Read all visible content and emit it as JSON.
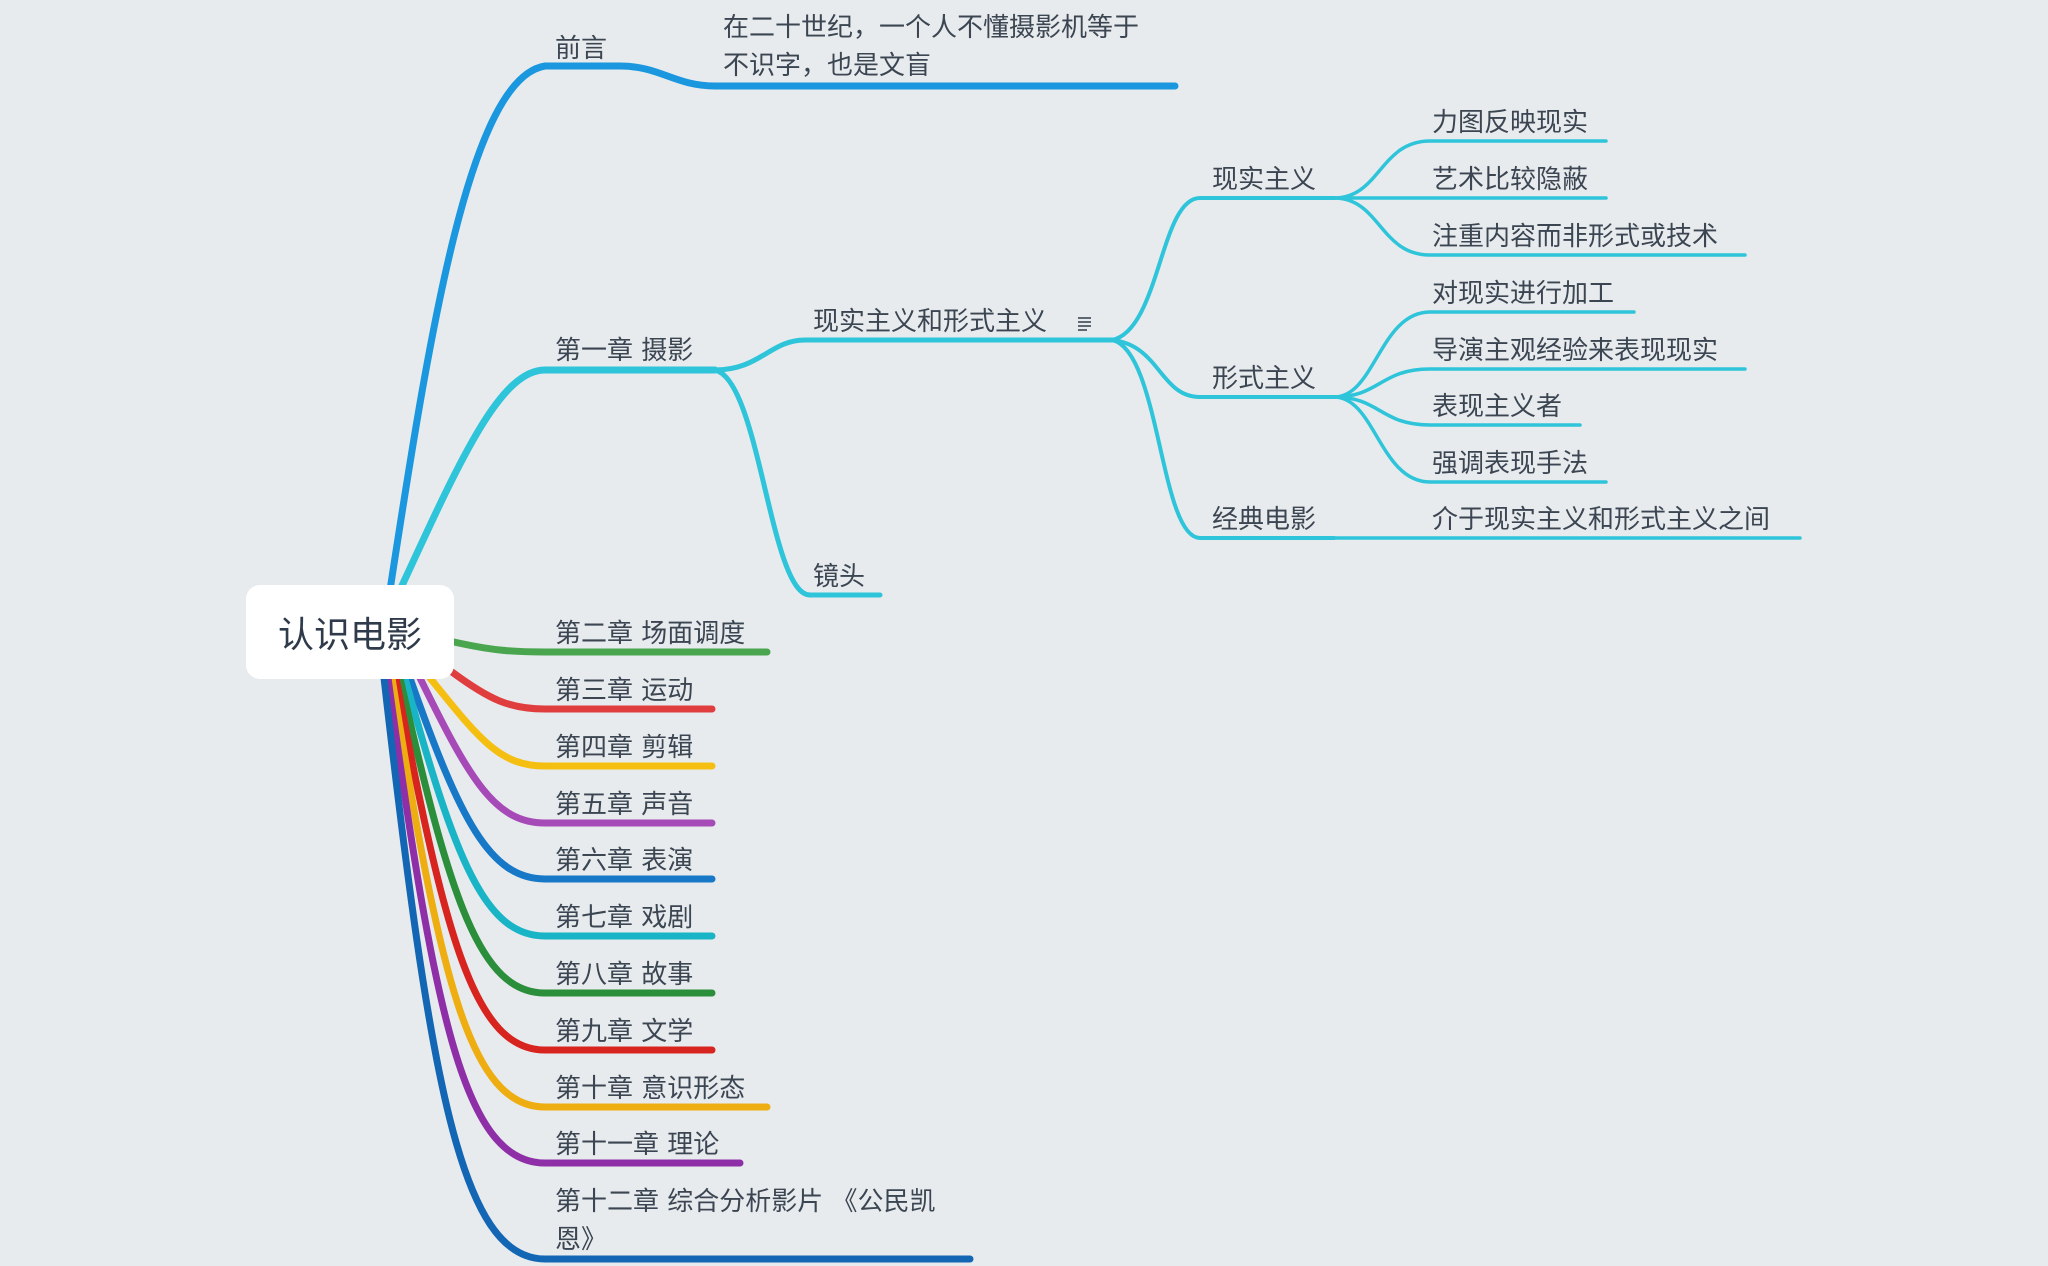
{
  "root": {
    "label": "认识电影"
  },
  "colors": {
    "background": "#e8ebee",
    "preface": "#1a97de",
    "chapter1": "#2ec4d9",
    "chapter2": "#4aa54f",
    "chapter3": "#e03e3e",
    "chapter4": "#f5bf12",
    "chapter5": "#a64ab8",
    "chapter6": "#1678c6",
    "chapter7": "#19b5c6",
    "chapter8": "#2b8e3a",
    "chapter9": "#d8241f",
    "chapter10": "#eeae12",
    "chapter11": "#8f2fa8",
    "chapter12": "#1266b3"
  },
  "preface": {
    "label": "前言",
    "note_line1": "在二十世纪，一个人不懂摄影机等于",
    "note_line2": "不识字，也是文盲"
  },
  "chapter1": {
    "label": "第一章  摄影",
    "topic": {
      "label": "现实主义和形式主义",
      "note_icon": "note-icon",
      "realism": {
        "label": "现实主义",
        "items": [
          "力图反映现实",
          "艺术比较隐蔽",
          "注重内容而非形式或技术"
        ]
      },
      "formalism": {
        "label": "形式主义",
        "items": [
          "对现实进行加工",
          "导演主观经验来表现现实",
          "表现主义者",
          "强调表现手法"
        ]
      },
      "classical": {
        "label": "经典电影",
        "items": [
          "介于现实主义和形式主义之间"
        ]
      }
    },
    "shot": {
      "label": "镜头"
    }
  },
  "chapters": [
    "第二章  场面调度",
    "第三章  运动",
    "第四章  剪辑",
    "第五章  声音",
    "第六章  表演",
    "第七章  戏剧",
    "第八章  故事",
    "第九章  文学",
    "第十章  意识形态",
    "第十一章  理论"
  ],
  "chapter12": {
    "label_line1": "第十二章  综合分析影片 《公民凯",
    "label_line2": "恩》"
  }
}
